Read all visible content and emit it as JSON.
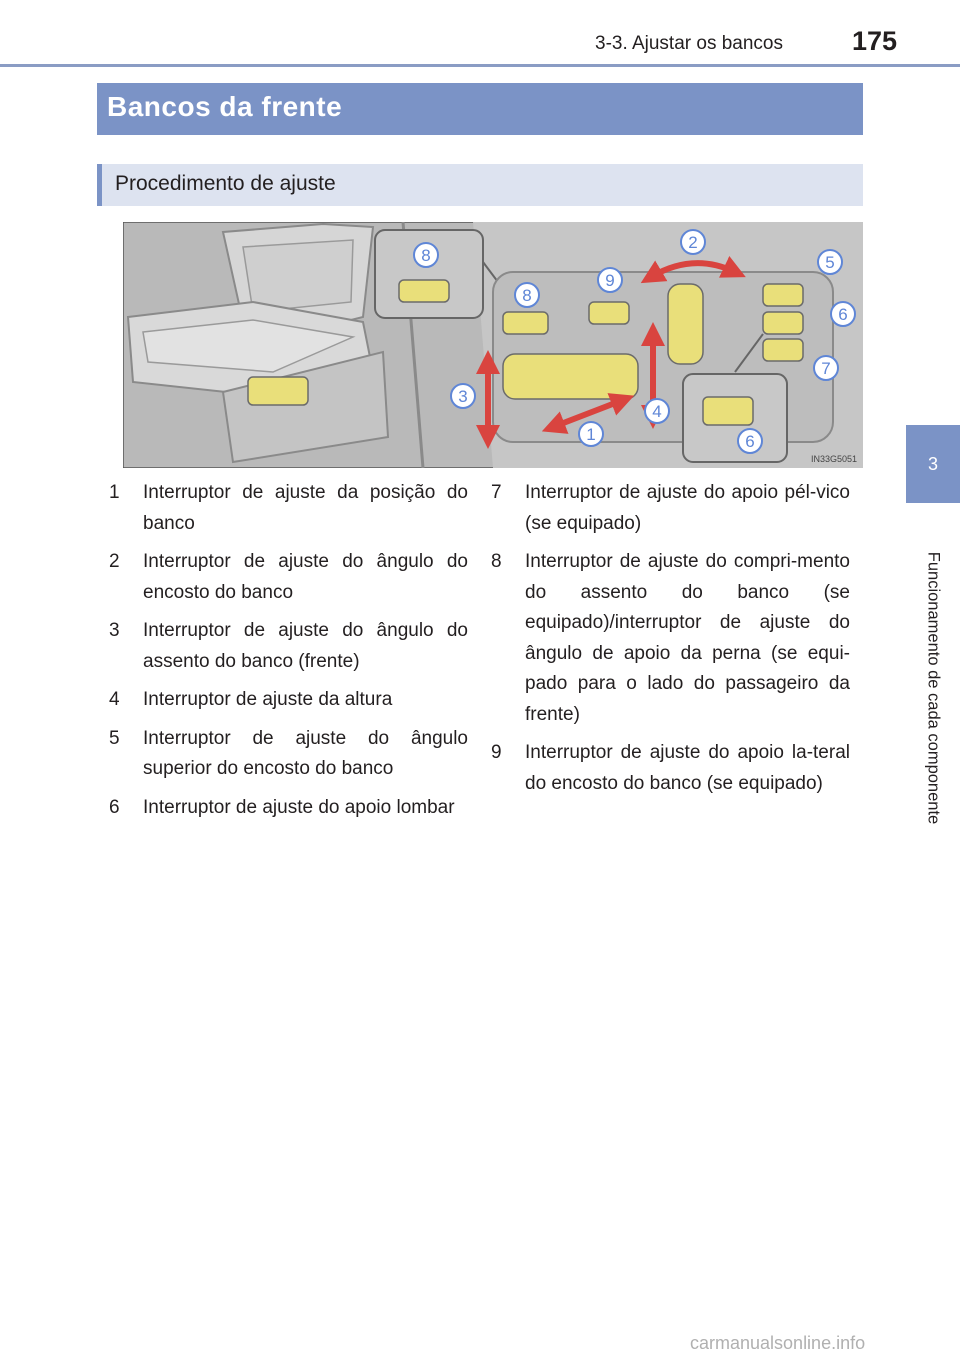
{
  "header": {
    "section": "3-3. Ajustar os bancos",
    "page_number": "175"
  },
  "side_tab": {
    "chapter_number": "3",
    "chapter_title": "Funcionamento de cada componente"
  },
  "title": "Bancos da frente",
  "subtitle": "Procedimento de ajuste",
  "figure": {
    "callouts": [
      "8",
      "2",
      "5",
      "8",
      "9",
      "6",
      "7",
      "3",
      "4",
      "1",
      "6"
    ],
    "image_code": "IN33G5051"
  },
  "items_left": [
    {
      "num": "1",
      "text": "Interruptor de ajuste da posição do banco"
    },
    {
      "num": "2",
      "text": "Interruptor de ajuste do ângulo do encosto do banco"
    },
    {
      "num": "3",
      "text": "Interruptor de ajuste do ângulo do assento do banco (frente)"
    },
    {
      "num": "4",
      "text": "Interruptor de ajuste da altura"
    },
    {
      "num": "5",
      "text": "Interruptor de ajuste do ângulo superior do encosto do banco"
    },
    {
      "num": "6",
      "text": "Interruptor de ajuste do apoio lombar"
    }
  ],
  "items_right": [
    {
      "num": "7",
      "text": "Interruptor de ajuste do apoio pél-vico (se equipado)"
    },
    {
      "num": "8",
      "text": "Interruptor de ajuste do compri-mento do assento do banco (se equipado)/interruptor de ajuste do ângulo de apoio da perna (se equi-pado para o lado do passageiro da frente)"
    },
    {
      "num": "9",
      "text": "Interruptor de ajuste do apoio la-teral do encosto do banco (se equipado)"
    }
  ],
  "footer": "carmanualsonline.info",
  "colors": {
    "accent_blue": "#7b93c6",
    "light_blue": "#dde3f0",
    "switch_yellow": "#e9df7a",
    "arrow_red": "#d9443f",
    "callout_blue": "#5f86d6"
  }
}
